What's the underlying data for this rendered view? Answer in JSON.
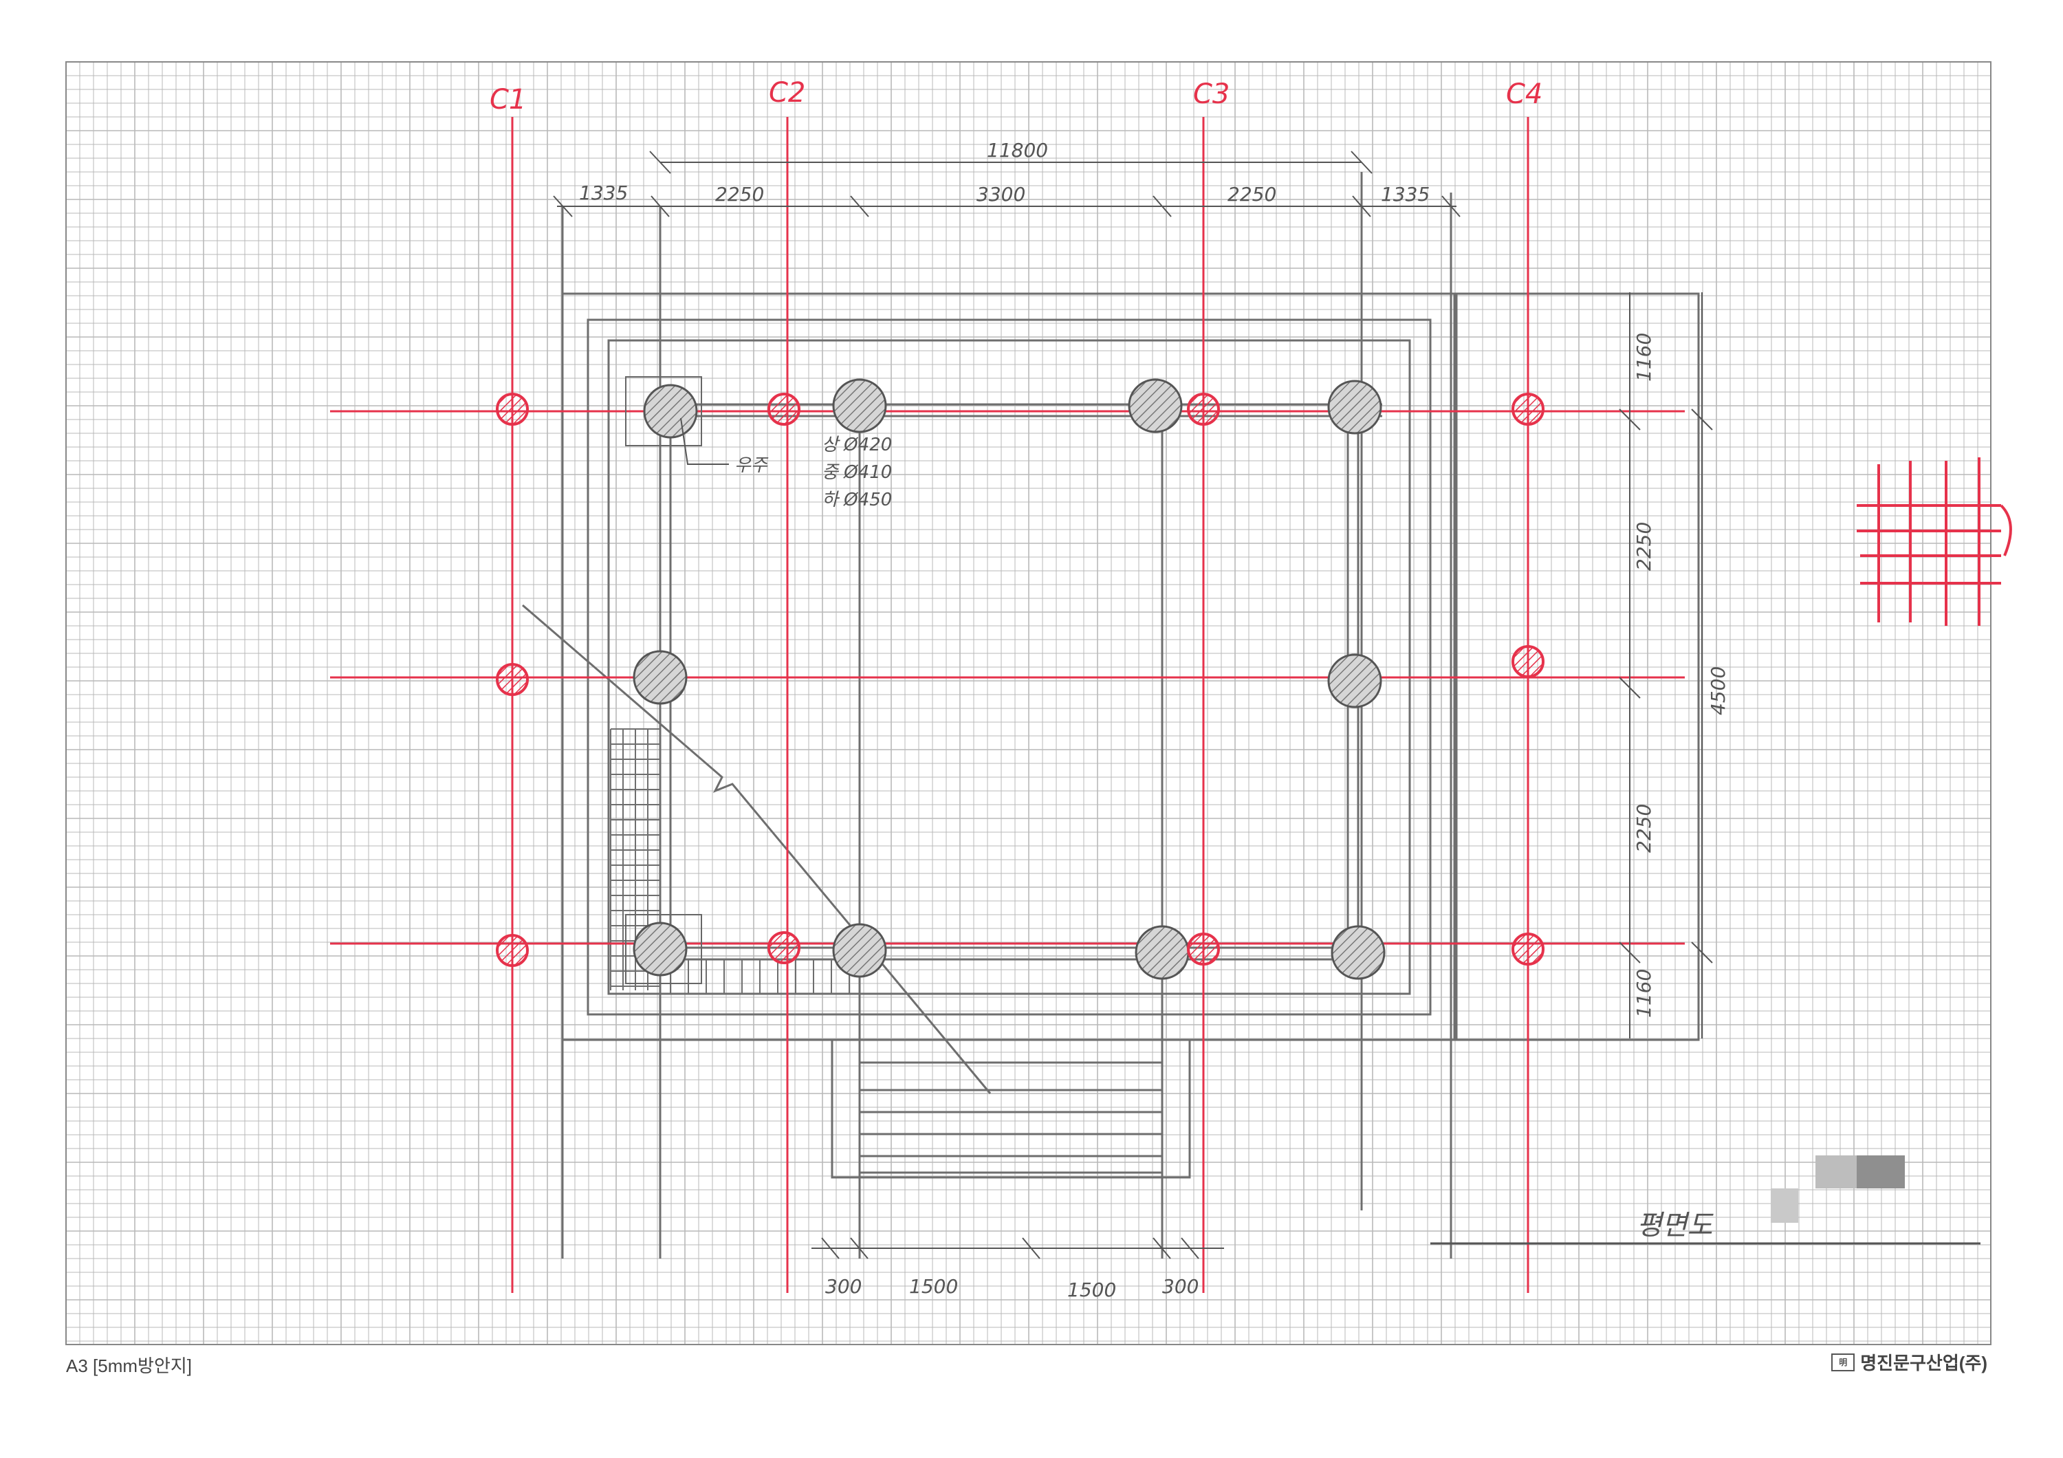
{
  "axis_labels": [
    "C1",
    "C2",
    "C3",
    "C4"
  ],
  "dims_top": {
    "overall": "11800",
    "segments": [
      "1335",
      "2250",
      "3300",
      "2250",
      "1335"
    ]
  },
  "dims_right": {
    "overall": "4500",
    "segments": [
      "1160",
      "2250",
      "2250",
      "1160"
    ]
  },
  "dims_bottom": {
    "segments": [
      "300",
      "1500",
      "1500",
      "300"
    ]
  },
  "column_note": {
    "leader": "우주",
    "lines": [
      "상 Ø420",
      "중 Ø410",
      "하 Ø450"
    ]
  },
  "drawing_title": "평면도",
  "paper": {
    "label": "A3 [5mm방안지]",
    "brand": "명진문구산업(주)"
  },
  "colors": {
    "grid": "#b9b9b9",
    "pencil": "#6e6e6e",
    "red": "#e6324b",
    "hatch_fill": "#d3d3d3"
  }
}
